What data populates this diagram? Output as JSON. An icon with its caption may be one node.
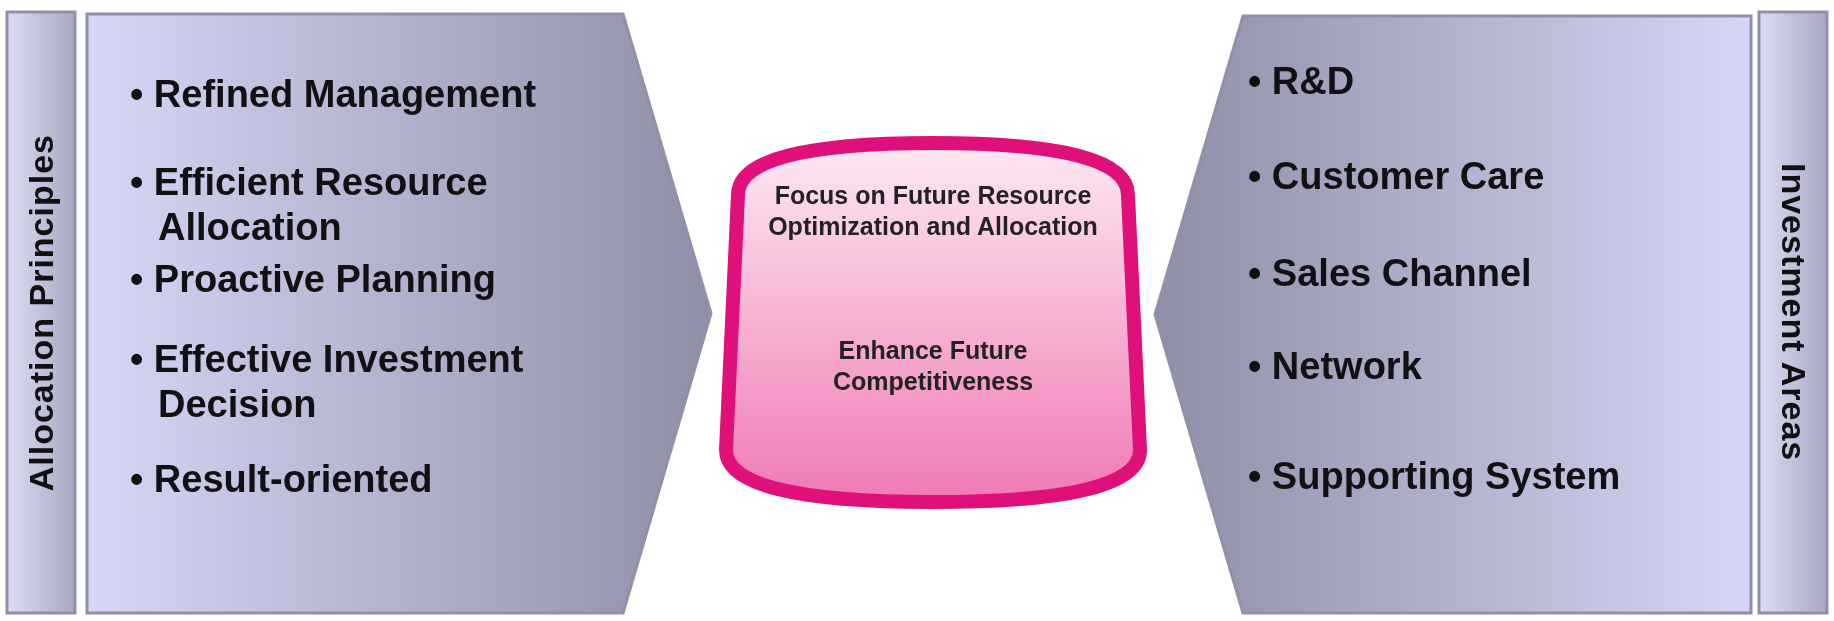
{
  "diagram": {
    "nodes": [
      {
        "text": [
          "Allocation Principles"
        ]
      },
      {
        "text": [
          "• Refined Management",
          "• Efficient Resource Allocation",
          "• Proactive Planning",
          "• Effective Investment Decision",
          "• Result-oriented"
        ]
      },
      {
        "text": [
          "Focus on Future Resource Optimization and Allocation",
          "Enhance Future Competitiveness"
        ]
      },
      {
        "text": [
          "• R&D",
          "• Customer Care",
          "• Sales Channel",
          "• Network",
          "• Supporting System"
        ]
      },
      {
        "text": [
          "Investment Areas"
        ]
      }
    ],
    "edges": []
  }
}
